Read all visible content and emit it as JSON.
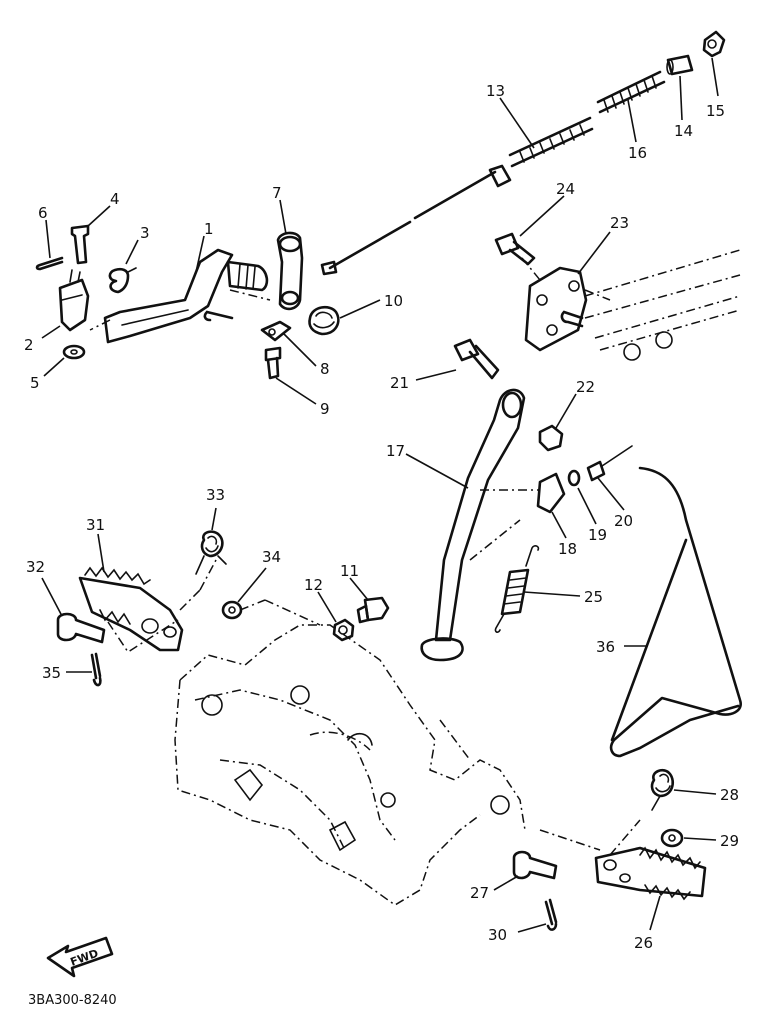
{
  "diagram": {
    "part_numbers": [
      "1",
      "2",
      "3",
      "4",
      "5",
      "6",
      "7",
      "8",
      "9",
      "10",
      "11",
      "12",
      "13",
      "14",
      "15",
      "16",
      "17",
      "18",
      "19",
      "20",
      "21",
      "22",
      "23",
      "24",
      "25",
      "26",
      "27",
      "28",
      "29",
      "30",
      "31",
      "32",
      "33",
      "34",
      "35",
      "36"
    ],
    "fwd_label": "FWD",
    "drawing_code": "3BA300-8240"
  }
}
